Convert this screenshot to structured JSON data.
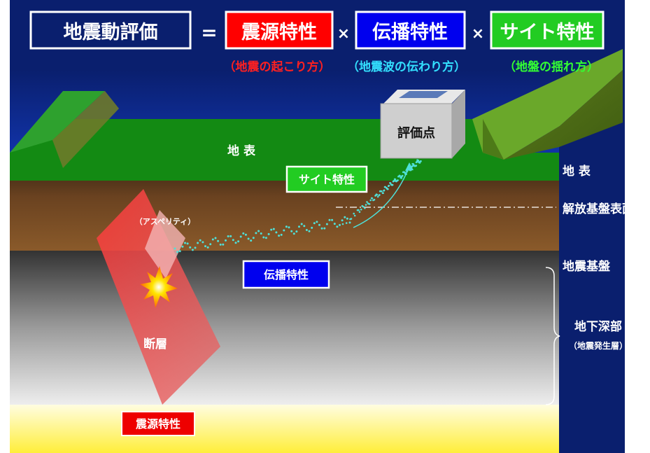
{
  "header": {
    "title": "地震動評価",
    "equals": "=",
    "times": "×",
    "term1": {
      "label": "震源特性",
      "sub": "（地震の起こり方）",
      "color": "#ff0000"
    },
    "term2": {
      "label": "伝播特性",
      "sub": "（地震波の伝わり方）",
      "color": "#0000ff"
    },
    "term3": {
      "label": "サイト特性",
      "sub": "（地盤の揺れ方）",
      "color": "#00cc00"
    }
  },
  "diagram": {
    "ground_surface_label": "地 表",
    "evaluation_point": "評価点",
    "site_characteristic": "サイト特性",
    "asperity": "（アスペリティ）",
    "propagation": "伝播特性",
    "fault": "断層",
    "source_characteristic": "震源特性"
  },
  "sidebar": {
    "surface": "地 表",
    "bedrock_surface": "解放基盤表面",
    "seismic_bedrock": "地震基盤",
    "deep_underground": "地下深部",
    "deep_underground_sub": "（地震発生層）"
  },
  "colors": {
    "background_navy": "#0a1f6e",
    "sky_blue": "#1133a8",
    "ground_green": "#138a13",
    "soil_brown": "#7a4a22",
    "fault_red": "#e04848",
    "wave_cyan": "#4fe0d8",
    "yellow_layer": "#fff36a"
  }
}
